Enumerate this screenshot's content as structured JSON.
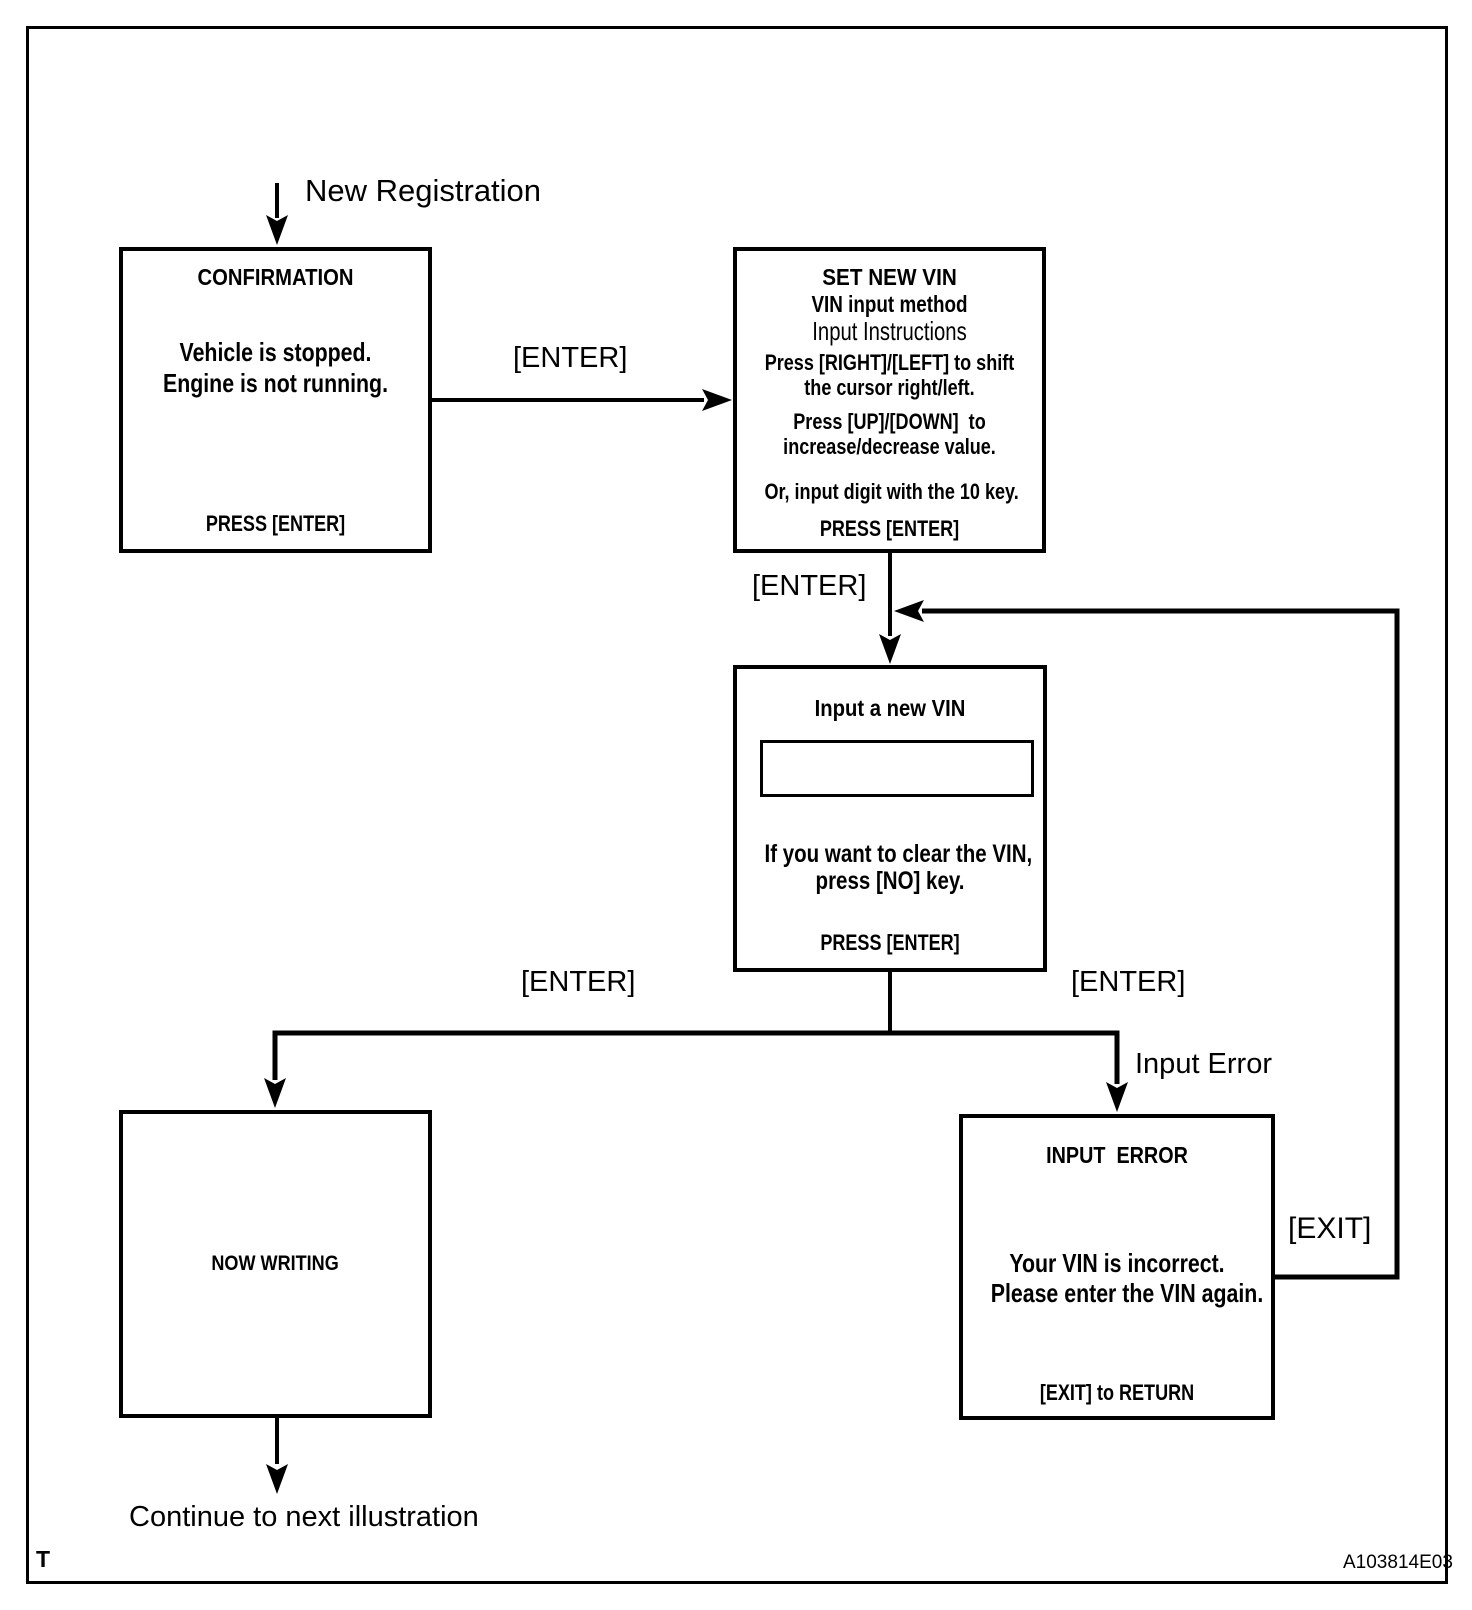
{
  "figure": {
    "page_marker": "T",
    "code": "A103814E03",
    "ink_color": "#000000",
    "paper_color": "#ffffff"
  },
  "flow": {
    "entry_label": "New Registration",
    "continue_label": "Continue to next illustration",
    "labels": {
      "enter_to_set_vin": "[ENTER]",
      "enter_to_input_vin": "[ENTER]",
      "enter_to_writing": "[ENTER]",
      "enter_to_error": "[ENTER]",
      "input_error": "Input Error",
      "exit": "[EXIT]"
    },
    "screens": {
      "confirmation": {
        "title": "CONFIRMATION",
        "body_line1": "Vehicle is stopped.",
        "body_line2": "Engine is not running.",
        "footer": "PRESS [ENTER]"
      },
      "set_new_vin": {
        "title_line1": "SET NEW VIN",
        "title_line2": "VIN input method",
        "subtitle": "Input Instructions",
        "body_line1": "Press [RIGHT]/[LEFT] to shift",
        "body_line2": "the cursor right/left.",
        "body_line3": "Press [UP]/[DOWN]  to",
        "body_line4": "increase/decrease value.",
        "body_line5": "Or, input digit with the 10 key.",
        "footer": "PRESS [ENTER]"
      },
      "input_new_vin": {
        "title": "Input a new VIN",
        "vin_field_value": "",
        "body_line1": "If you want to clear the VIN,",
        "body_line2": "press [NO] key.",
        "footer": "PRESS [ENTER]"
      },
      "now_writing": {
        "title": "NOW WRITING"
      },
      "input_error": {
        "title": "INPUT  ERROR",
        "body_line1": "Your VIN is incorrect.",
        "body_line2": "Please enter the VIN again.",
        "footer": "[EXIT] to RETURN"
      }
    }
  }
}
